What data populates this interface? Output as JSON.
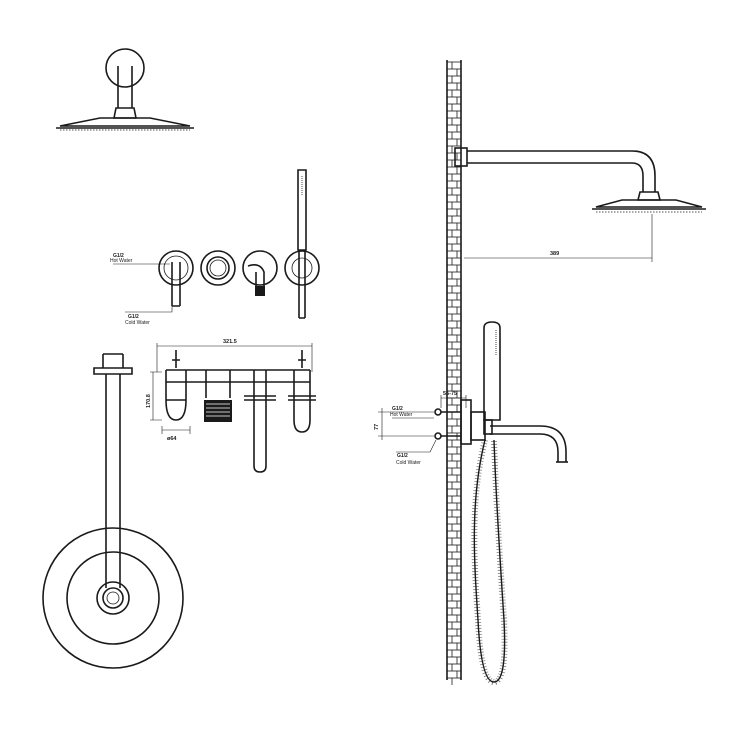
{
  "labels": {
    "front_hot_size": "G1/2",
    "front_hot_text": "Hot Water",
    "front_cold_size": "G1/2",
    "front_cold_text": "Cold Water",
    "side_hot_size": "G1/2",
    "side_hot_text": "Hot Water",
    "side_cold_size": "G1/2",
    "side_cold_text": "Cold Water"
  },
  "dimensions": {
    "overall_width": "321.5",
    "body_height": "170.8",
    "body_diameter": "ø64",
    "arm_reach": "389",
    "depth_range": "55-75",
    "inlet_spacing": "77"
  },
  "icons": [
    "shower-head-icon",
    "hand-shower-icon",
    "spout-icon",
    "mixer-valve-icon",
    "wall-flange-icon"
  ]
}
